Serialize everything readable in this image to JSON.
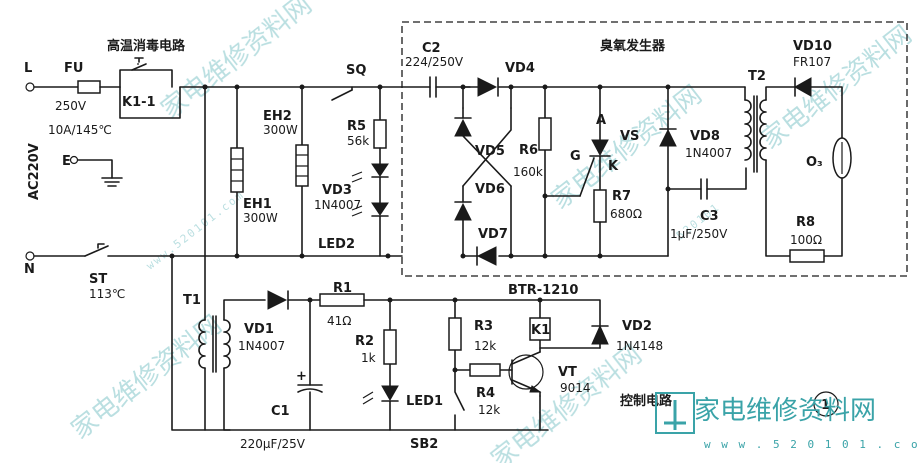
{
  "section_titles": {
    "disinfection": "高温消毒电路",
    "ozone": "臭氧发生器",
    "control": "控制电路",
    "figure_number": "1"
  },
  "supply": {
    "terminal_L": "L",
    "terminal_N": "N",
    "terminal_E": "E",
    "voltage": "AC220V"
  },
  "components": {
    "fu": {
      "ref": "FU",
      "value1": "250V",
      "value2": "10A/145℃"
    },
    "k1": {
      "ref": "K1-1"
    },
    "st": {
      "ref": "ST",
      "value": "113℃"
    },
    "sq": {
      "ref": "SQ"
    },
    "eh1": {
      "ref": "EH1",
      "value": "300W"
    },
    "eh2": {
      "ref": "EH2",
      "value": "300W"
    },
    "r5": {
      "ref": "R5",
      "value": "56k"
    },
    "vd3": {
      "ref": "VD3",
      "value": "1N4007"
    },
    "led2": {
      "ref": "LED2"
    },
    "c2": {
      "ref": "C2",
      "value": "224/250V"
    },
    "vd4": {
      "ref": "VD4"
    },
    "vd5": {
      "ref": "VD5"
    },
    "vd6": {
      "ref": "VD6"
    },
    "vd7": {
      "ref": "VD7"
    },
    "r6": {
      "ref": "R6",
      "value": "160k"
    },
    "vs": {
      "ref": "VS",
      "pin_a": "A",
      "pin_g": "G",
      "pin_k": "K"
    },
    "r7": {
      "ref": "R7",
      "value": "680Ω"
    },
    "vd8": {
      "ref": "VD8",
      "value": "1N4007"
    },
    "c3": {
      "ref": "C3",
      "value": "1μF/250V"
    },
    "t2": {
      "ref": "T2"
    },
    "vd10": {
      "ref": "VD10",
      "value": "FR107"
    },
    "o3": {
      "ref": "O₃"
    },
    "r8": {
      "ref": "R8",
      "value": "100Ω"
    },
    "t1": {
      "ref": "T1"
    },
    "vd1": {
      "ref": "VD1",
      "value": "1N4007"
    },
    "r1": {
      "ref": "R1",
      "value": "41Ω"
    },
    "btr": {
      "ref": "BTR-1210"
    },
    "r2": {
      "ref": "R2",
      "value": "1k"
    },
    "led1": {
      "ref": "LED1"
    },
    "c1": {
      "ref": "C1",
      "value": "220μF/25V"
    },
    "r3": {
      "ref": "R3",
      "value": "12k"
    },
    "r4": {
      "ref": "R4",
      "value": "12k"
    },
    "k1coil": {
      "ref": "K1"
    },
    "vt": {
      "ref": "VT",
      "value": "9014"
    },
    "vd2": {
      "ref": "VD2",
      "value": "1N4148"
    },
    "sb2": {
      "ref": "SB2"
    }
  },
  "watermarks": {
    "brand": "家电维修资料网",
    "url": "www.520101.com",
    "url_short": "520101",
    "brand_footer": "家电维修资料网",
    "url_footer": "w w w . 5 2 0 1 0 1 . c o m"
  }
}
